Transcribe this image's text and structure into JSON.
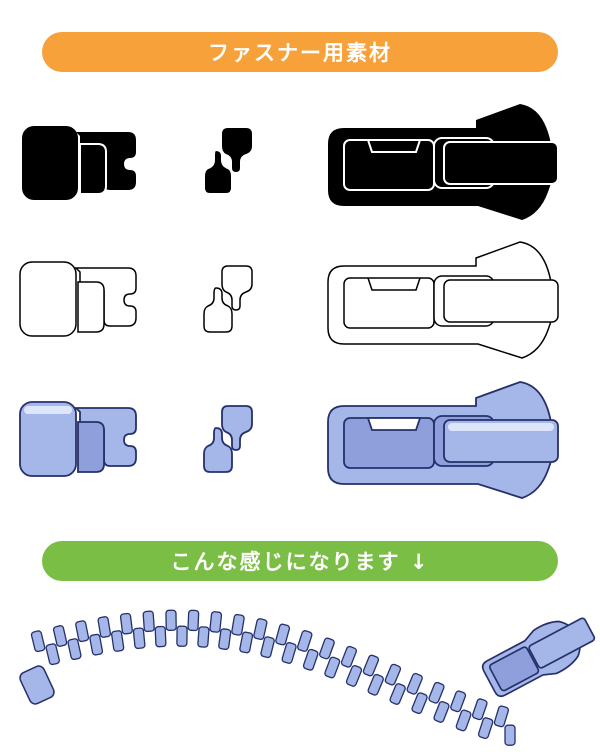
{
  "title_banner": {
    "text": "ファスナー用素材",
    "color": "#f7a13a"
  },
  "preview_banner": {
    "text": "こんな感じになります ↓",
    "color": "#7bbe45"
  },
  "rows": [
    {
      "style": "black",
      "fill": "#000000",
      "stroke": "#000000",
      "highlight": "#ffffff"
    },
    {
      "style": "outline",
      "fill": "#ffffff",
      "stroke": "#000000",
      "highlight": "#ffffff"
    },
    {
      "style": "color",
      "fill": "#a5b6e9",
      "stroke": "#26306a",
      "highlight": "#dde5fb",
      "shadow": "#6577c2"
    }
  ],
  "parts": [
    "zipper-end-stop",
    "zipper-tooth",
    "zipper-slider"
  ],
  "sample_zipper": {
    "teeth_color": "#a5b6e9",
    "outline_color": "#26306a"
  }
}
